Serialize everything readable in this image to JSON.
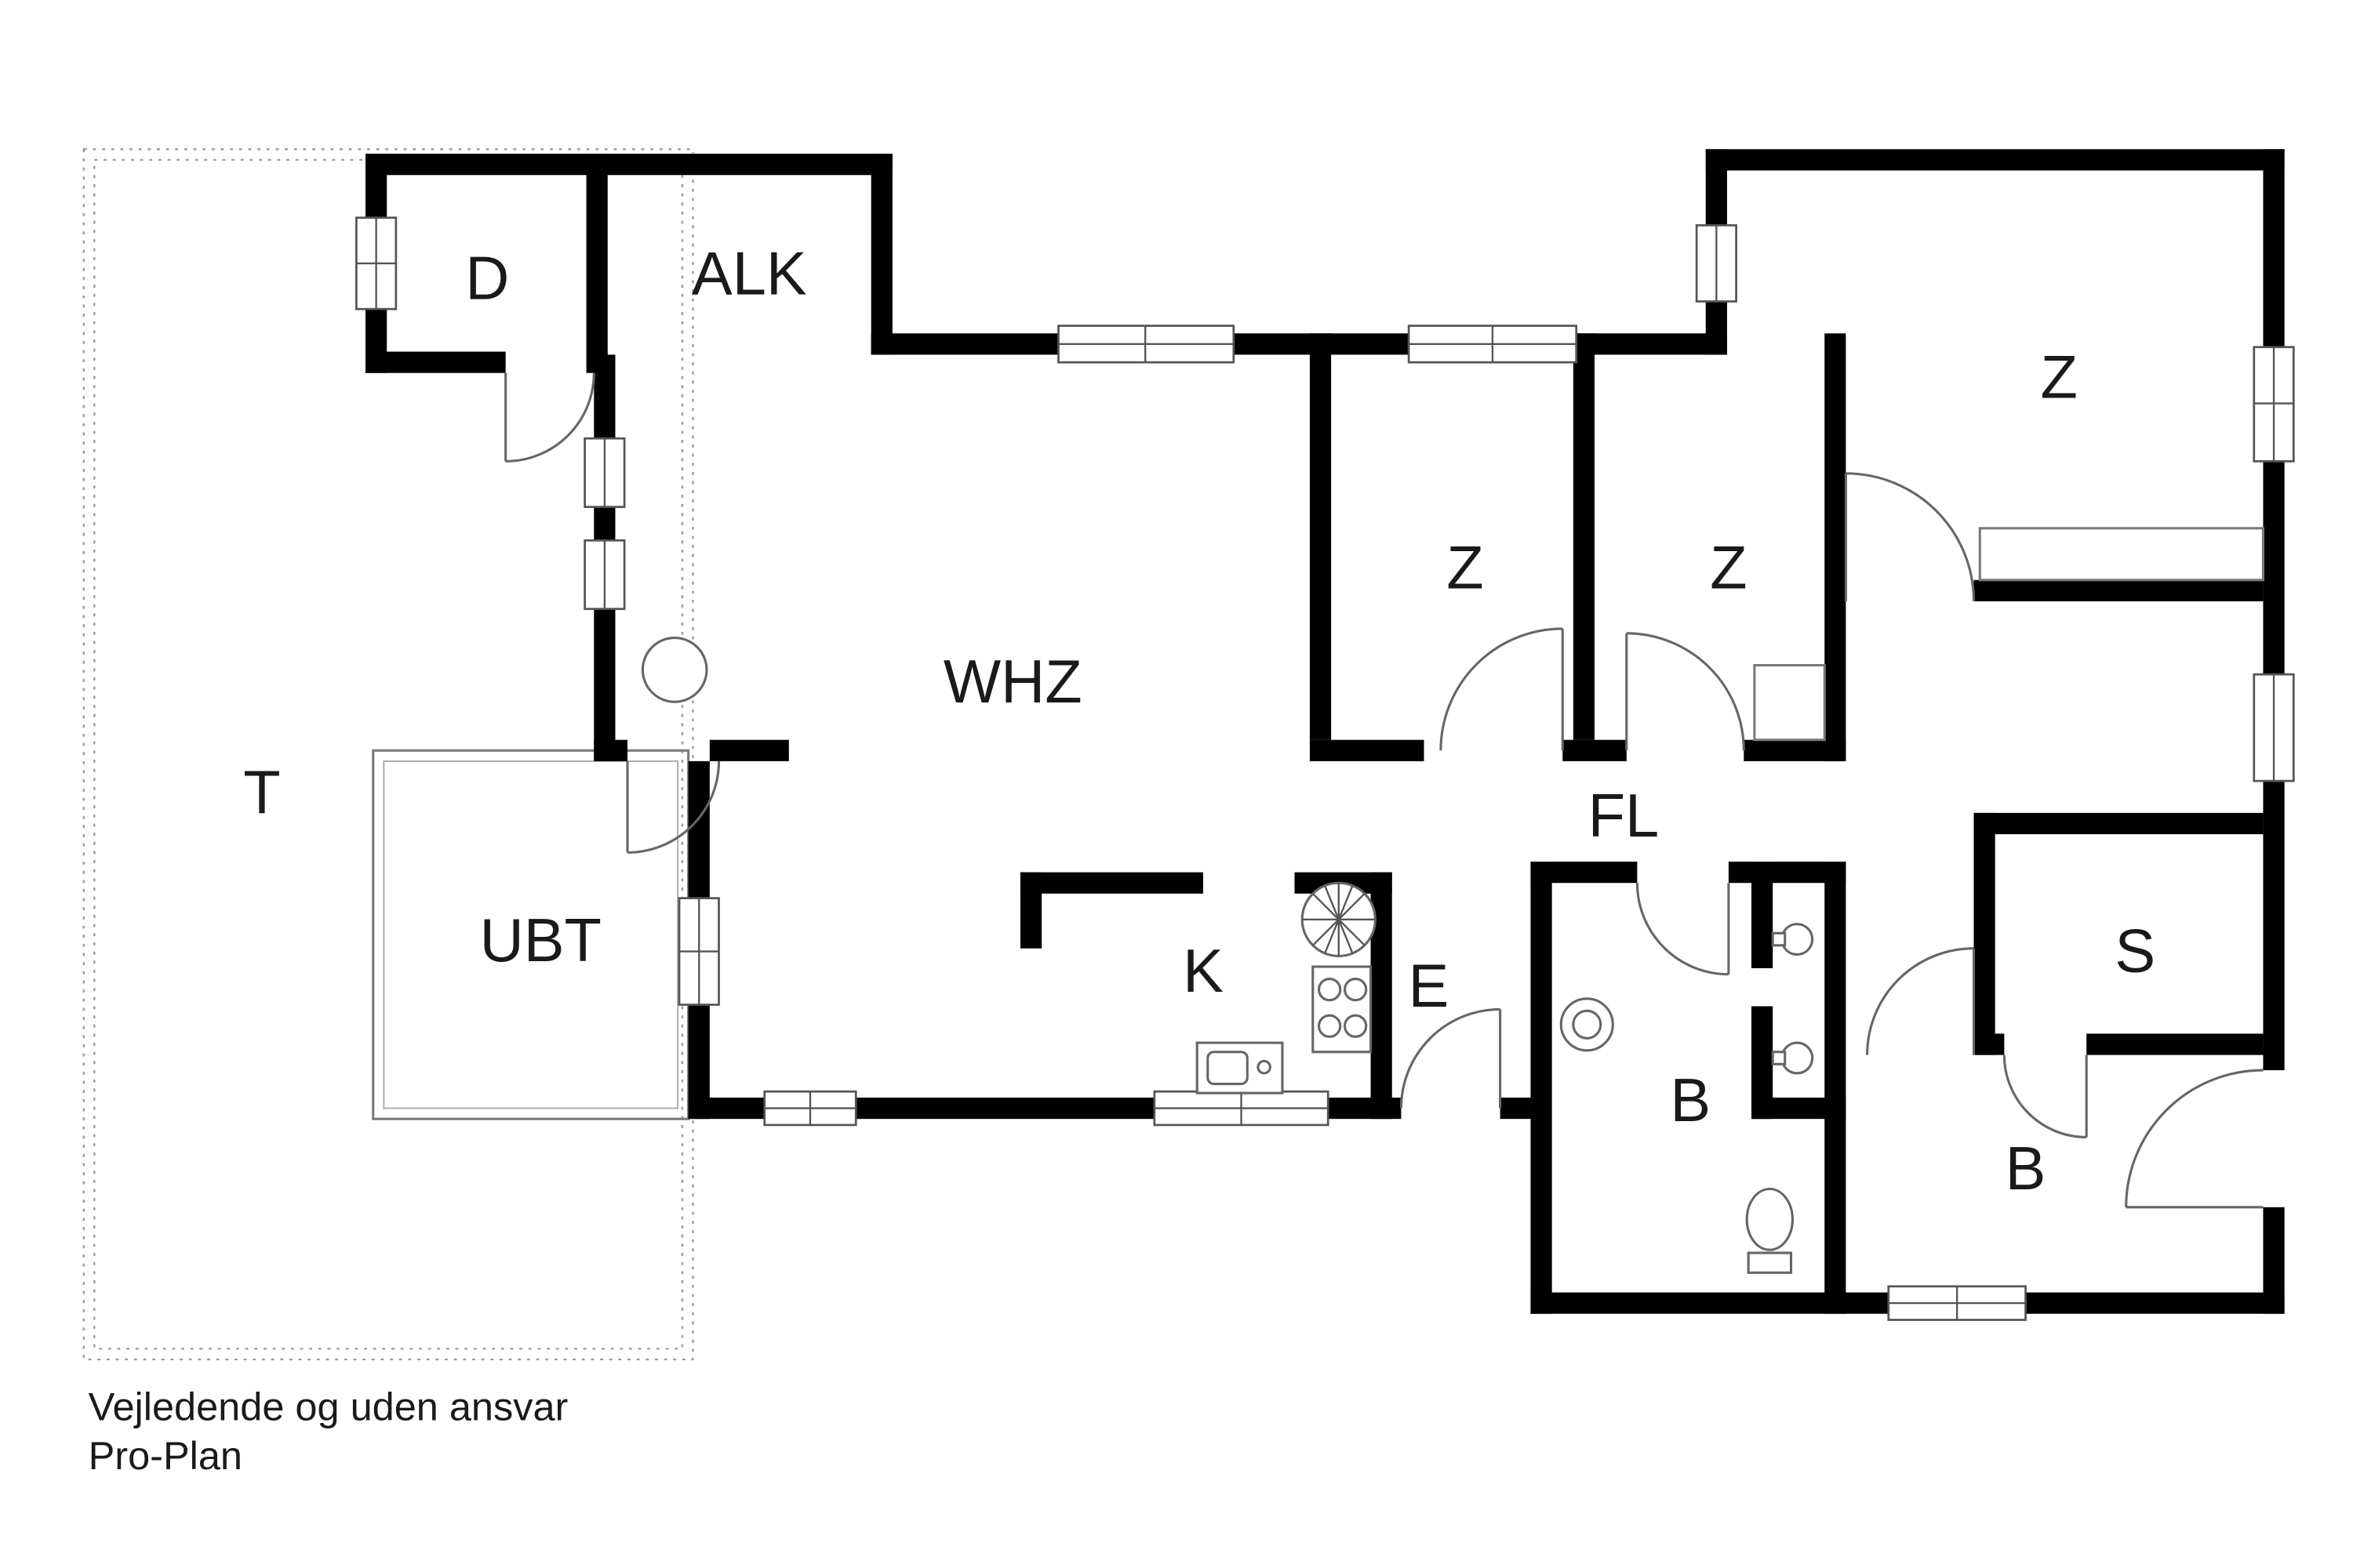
{
  "document": {
    "type": "floor-plan"
  },
  "rooms": {
    "terrace": {
      "label": "T"
    },
    "d": {
      "label": "D"
    },
    "alk": {
      "label": "ALK"
    },
    "whz": {
      "label": "WHZ"
    },
    "ubt": {
      "label": "UBT"
    },
    "z_mid_left": {
      "label": "Z"
    },
    "z_mid_right": {
      "label": "Z"
    },
    "z_large": {
      "label": "Z"
    },
    "fl": {
      "label": "FL"
    },
    "kitchen": {
      "label": "K"
    },
    "entry": {
      "label": "E"
    },
    "bath_1": {
      "label": "B"
    },
    "bath_2": {
      "label": "B"
    },
    "sauna": {
      "label": "S"
    }
  },
  "footer": {
    "line1": "Vejledende og uden ansvar",
    "line2": "Pro-Plan"
  },
  "colors": {
    "wall": "#000000",
    "thin_wall": "#7a7a7a",
    "dotted_outline": "#9a9a9a",
    "background": "#ffffff"
  }
}
